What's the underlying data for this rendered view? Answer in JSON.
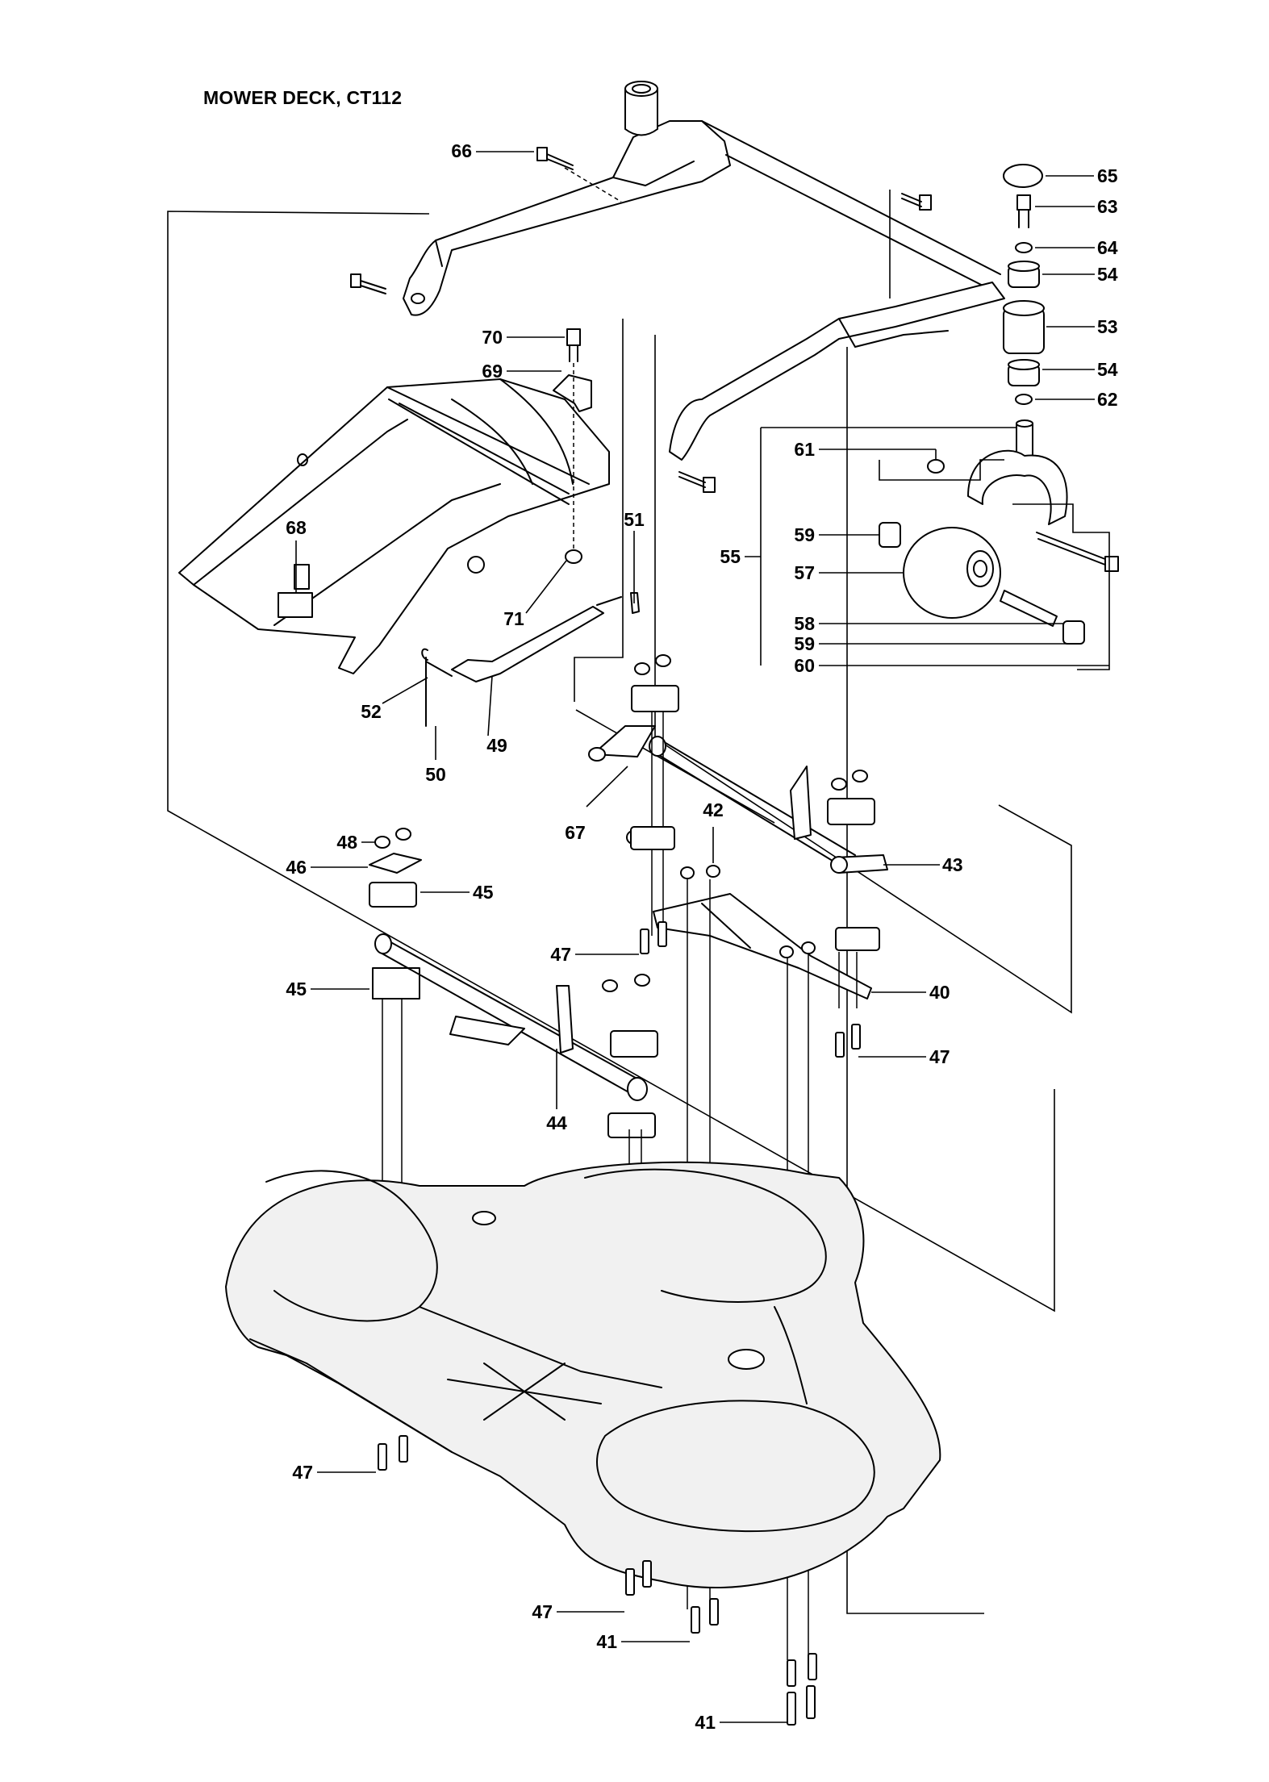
{
  "title": "MOWER DECK, CT112",
  "callouts": [
    "66",
    "70",
    "69",
    "68",
    "71",
    "51",
    "52",
    "50",
    "49",
    "65",
    "63",
    "64",
    "54",
    "53",
    "54",
    "62",
    "61",
    "59",
    "55",
    "57",
    "58",
    "59",
    "60",
    "67",
    "42",
    "43",
    "48",
    "46",
    "45",
    "45",
    "47",
    "40",
    "47",
    "44",
    "47",
    "47",
    "41",
    "41"
  ]
}
